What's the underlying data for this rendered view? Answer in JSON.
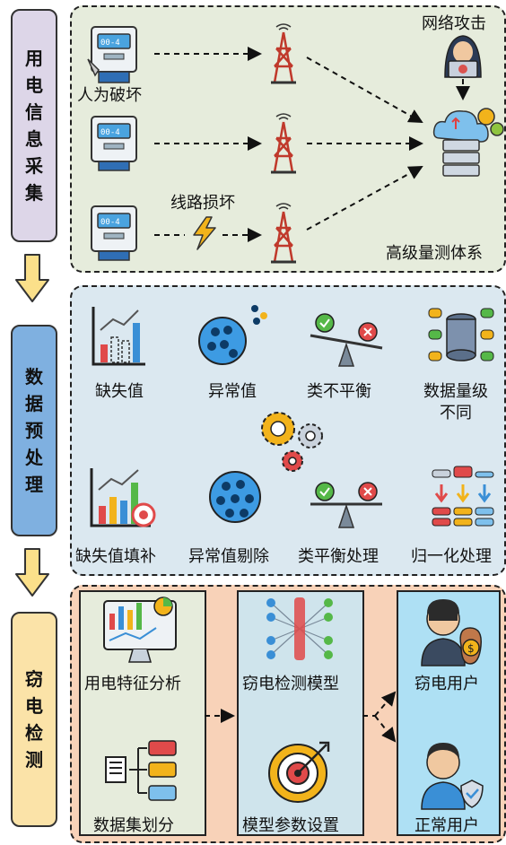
{
  "stages": [
    {
      "label_chars": [
        "用",
        "电",
        "信",
        "息",
        "采",
        "集"
      ],
      "color": "#ddd6e8"
    },
    {
      "label_chars": [
        "数",
        "据",
        "预",
        "处",
        "理"
      ],
      "color": "#7fb0e0"
    },
    {
      "label_chars": [
        "窃",
        "电",
        "检",
        "测"
      ],
      "color": "#fbe3a8"
    }
  ],
  "collection": {
    "vandalism": "人为破坏",
    "line_damage": "线路损坏",
    "network_attack": "网络攻击",
    "ami": "高级量测体系",
    "color": "#e6ecdc"
  },
  "preprocessing": {
    "color": "#dbe8f0",
    "problems": [
      "缺失值",
      "异常值",
      "类不平衡",
      "数据量级",
      "不同"
    ],
    "solutions": [
      "缺失值填补",
      "异常值剔除",
      "类平衡处理",
      "归一化处理"
    ]
  },
  "detection": {
    "color": "#f8d2b8",
    "feature_analysis": "用电特征分析",
    "dataset_split": "数据集划分",
    "model": "窃电检测模型",
    "param_setting": "模型参数设置",
    "theft_user": "窃电用户",
    "normal_user": "正常用户"
  }
}
